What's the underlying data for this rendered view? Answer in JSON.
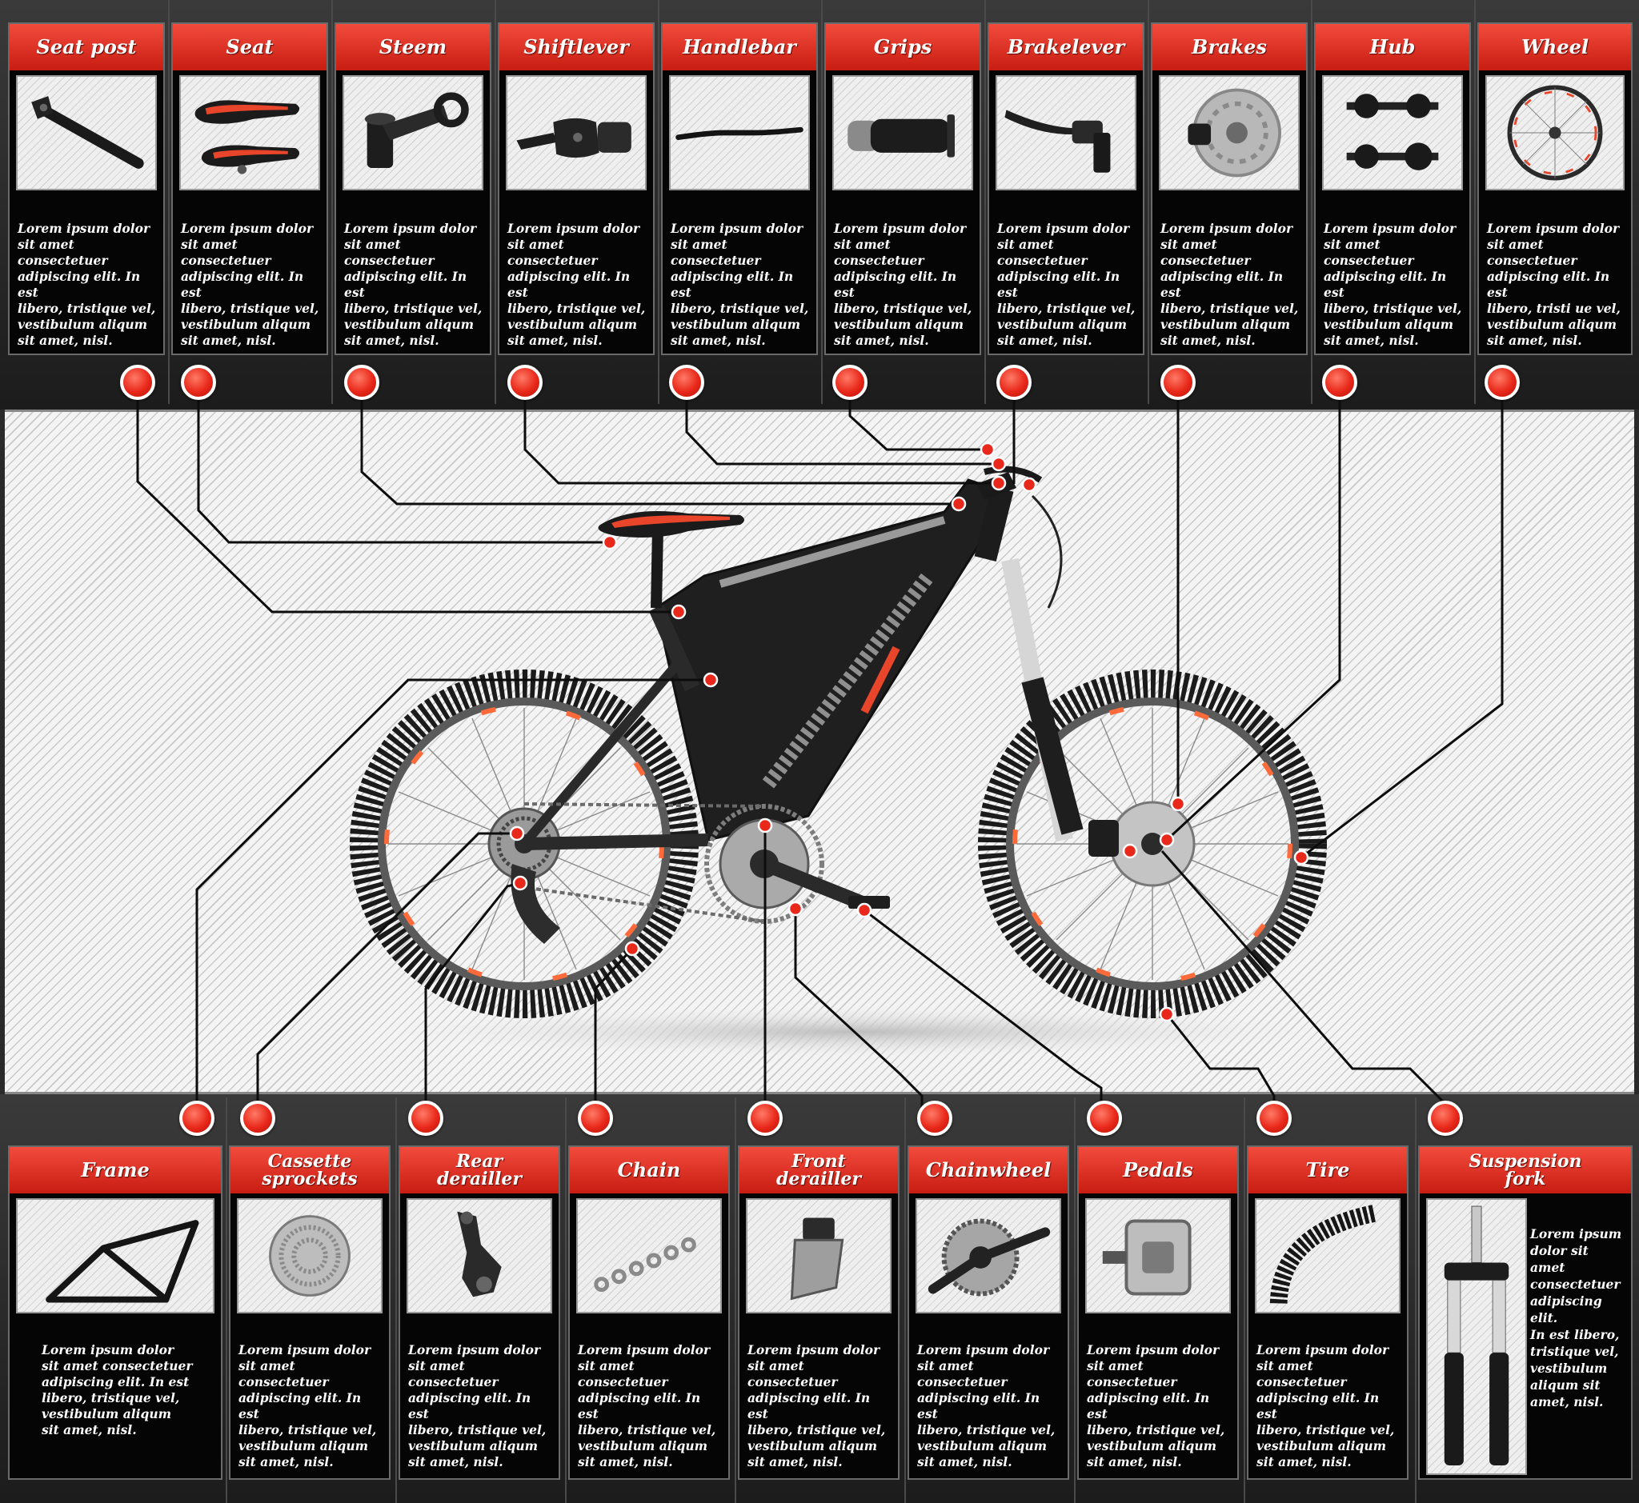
{
  "top_parts": [
    {
      "label": "Seat post",
      "icon": "seat-post-icon",
      "text": "Lorem ipsum dolor\nsit amet consectetuer\nadipiscing elit. In est\nlibero, tristique vel,\nvestibulum  aliqum\nsit amet, nisl."
    },
    {
      "label": "Seat",
      "icon": "seat-icon",
      "text": "Lorem ipsum dolor\nsit amet consectetuer\nadipiscing elit. In est\nlibero, tristique vel,\nvestibulum  aliqum\nsit amet, nisl."
    },
    {
      "label": "Steem",
      "icon": "stem-icon",
      "text": "Lorem ipsum dolor\nsit amet consectetuer\nadipiscing elit. In est\nlibero, tristique vel,\nvestibulum  aliqum\nsit amet, nisl."
    },
    {
      "label": "Shiftlever",
      "icon": "shift-lever-icon",
      "text": "Lorem ipsum dolor\nsit amet consectetuer\nadipiscing elit. In est\nlibero, tristique vel,\nvestibulum  aliqum\nsit amet, nisl."
    },
    {
      "label": "Handlebar",
      "icon": "handlebar-icon",
      "text": "Lorem ipsum dolor\nsit amet consectetuer\nadipiscing elit. In est\nlibero, tristique vel,\nvestibulum  aliqum\nsit amet, nisl."
    },
    {
      "label": "Grips",
      "icon": "grips-icon",
      "text": "Lorem ipsum dolor\nsit amet consectetuer\nadipiscing elit. In est\nlibero, tristique vel,\nvestibulum  aliqum\nsit amet, nisl."
    },
    {
      "label": "Brakelever",
      "icon": "brake-lever-icon",
      "text": "Lorem ipsum dolor\nsit amet consectetuer\nadipiscing elit. In est\nlibero, tristique vel,\nvestibulum  aliqum\nsit amet, nisl."
    },
    {
      "label": "Brakes",
      "icon": "brake-disc-icon",
      "text": "Lorem ipsum dolor\nsit amet consectetuer\nadipiscing elit. In est\nlibero, tristique vel,\nvestibulum  aliqum\nsit amet, nisl."
    },
    {
      "label": "Hub",
      "icon": "hub-icon",
      "text": "Lorem ipsum dolor\nsit amet consectetuer\nadipiscing elit. In est\nlibero, tristique vel,\nvestibulum  aliqum\nsit amet, nisl."
    },
    {
      "label": "Wheel",
      "icon": "wheel-icon",
      "text": "Lorem ipsum dolor\nsit amet consectetuer\nadipiscing elit. In est\nlibero, tristi  ue vel,\nvestibulum  aliqum\nsit amet, nisl."
    }
  ],
  "bottom_parts": [
    {
      "label": "Frame",
      "icon": "frame-icon",
      "text": "Lorem ipsum dolor\nsit amet consectetuer\nadipiscing elit. In est\nlibero, tristique vel,\nvestibulum  aliqum\nsit amet, nisl."
    },
    {
      "label": "Cassette\nsprockets",
      "icon": "cassette-icon",
      "text": "Lorem ipsum dolor\nsit amet consectetuer\nadipiscing elit. In est\nlibero, tristique vel,\nvestibulum  aliqum\nsit amet, nisl."
    },
    {
      "label": "Rear\nderailler",
      "icon": "rear-derailleur-icon",
      "text": "Lorem ipsum dolor\nsit amet consectetuer\nadipiscing elit. In est\nlibero, tristique vel,\nvestibulum  aliqum\nsit amet, nisl."
    },
    {
      "label": "Chain",
      "icon": "chain-icon",
      "text": "Lorem ipsum dolor\nsit amet consectetuer\nadipiscing elit. In est\nlibero, tristique vel,\nvestibulum  aliqum\nsit amet, nisl."
    },
    {
      "label": "Front\nderailler",
      "icon": "front-derailleur-icon",
      "text": "Lorem ipsum dolor\nsit amet consectetuer\nadipiscing elit. In est\nlibero, tristique vel,\nvestibulum  aliqum\nsit amet, nisl."
    },
    {
      "label": "Chainwheel",
      "icon": "chainwheel-icon",
      "text": "Lorem ipsum dolor\nsit amet consectetuer\nadipiscing elit. In est\nlibero, tristique vel,\nvestibulum  aliqum\nsit amet, nisl."
    },
    {
      "label": "Pedals",
      "icon": "pedal-icon",
      "text": "Lorem ipsum dolor\nsit amet consectetuer\nadipiscing elit. In est\nlibero, tristique vel,\nvestibulum  aliqum\nsit amet, nisl."
    },
    {
      "label": "Tire",
      "icon": "tire-icon",
      "text": "Lorem ipsum dolor\nsit amet consectetuer\nadipiscing elit. In est\nlibero, tristique vel,\nvestibulum  aliqum\nsit amet, nisl."
    },
    {
      "label": "Suspension\nfork",
      "icon": "suspension-fork-icon",
      "text": "Lorem ipsum\ndolor sit amet\nconsectetuer\nadipiscing elit.\nIn est libero,\ntristique vel,\nvestibulum\naliqum sit\namet, nisl."
    }
  ],
  "colors": {
    "accent": "#e8281a",
    "panel": "#050505",
    "stage": "#f2f2f2"
  }
}
